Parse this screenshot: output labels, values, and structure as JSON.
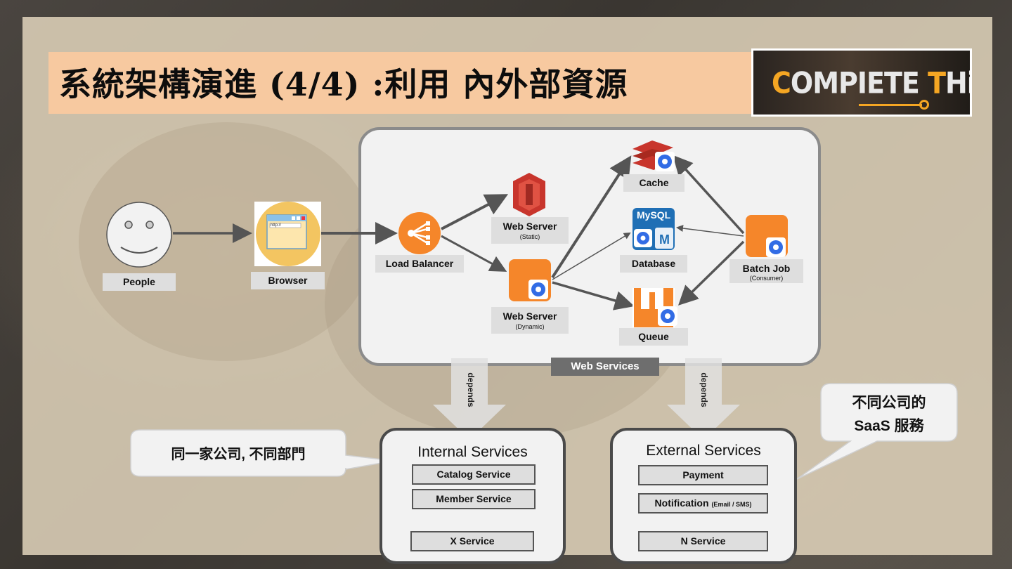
{
  "title": "系統架構演進 (4/4) :利用 內外部資源",
  "logo": {
    "part1": "C",
    "part2": "OMPIETE ",
    "part3": "T",
    "part4": "HiNK"
  },
  "nodes": {
    "people": "People",
    "browser": "Browser",
    "browser_url": "http://",
    "load_balancer": "Load Balancer",
    "web_server_static": "Web Server",
    "web_server_static_sub": "(Static)",
    "web_server_dynamic": "Web Server",
    "web_server_dynamic_sub": "(Dynamic)",
    "cache": "Cache",
    "database": "Database",
    "queue": "Queue",
    "batch_job": "Batch Job",
    "batch_job_sub": "(Consumer)",
    "mysql_logo": "MySQL",
    "mysql_m": "M"
  },
  "web_services_label": "Web Services",
  "depends_left": "depends",
  "depends_right": "depends",
  "internal": {
    "title": "Internal Services",
    "items": [
      "Catalog Service",
      "Member Service",
      "X Service"
    ]
  },
  "external": {
    "title": "External Services",
    "items": [
      "Payment",
      "Notification",
      "N Service"
    ],
    "notification_sub": "(Email / SMS)"
  },
  "callout_left": "同一家公司, 不同部門",
  "callout_right_line1": "不同公司的",
  "callout_right_line2": "SaaS 服務",
  "colors": {
    "title_bar": "#f7c9a0",
    "accent_orange": "#f5862a",
    "redis_red": "#c8352c",
    "mysql_blue": "#1f6fb5",
    "k8s_blue": "#326ce5"
  }
}
